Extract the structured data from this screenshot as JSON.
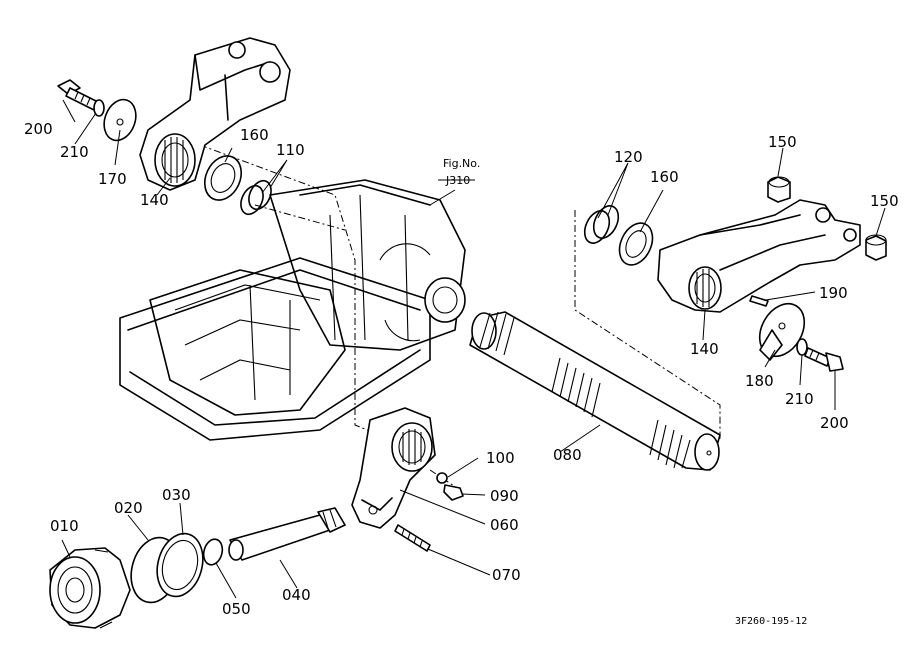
{
  "figure_reference": {
    "line1": "Fig.No.",
    "line2": "J310"
  },
  "drawing_code": "3F260-195-12",
  "part_labels": {
    "p010": "010",
    "p020": "020",
    "p030": "030",
    "p040": "040",
    "p050": "050",
    "p060": "060",
    "p070": "070",
    "p080": "080",
    "p090": "090",
    "p100": "100",
    "p110": "110",
    "p120": "120",
    "p140_left": "140",
    "p140_right": "140",
    "p150_top": "150",
    "p150_right": "150",
    "p160_left": "160",
    "p160_right": "160",
    "p170": "170",
    "p180": "180",
    "p190": "190",
    "p200_left": "200",
    "p200_right": "200",
    "p210_left": "210",
    "p210_right": "210"
  }
}
